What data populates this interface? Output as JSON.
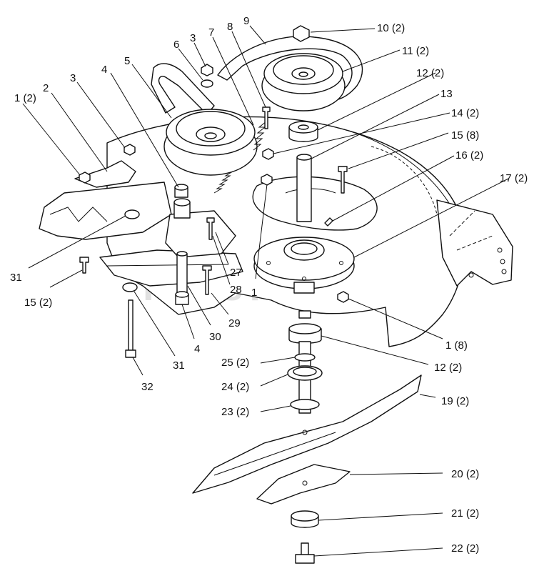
{
  "watermark": {
    "text": "PartsTree",
    "tm": "TM"
  },
  "callouts": [
    {
      "id": "c-1-2-left",
      "label": "1 (2)"
    },
    {
      "id": "c-2",
      "label": "2"
    },
    {
      "id": "c-3-left",
      "label": "3"
    },
    {
      "id": "c-4-top",
      "label": "4"
    },
    {
      "id": "c-5",
      "label": "5"
    },
    {
      "id": "c-6",
      "label": "6"
    },
    {
      "id": "c-3-top",
      "label": "3"
    },
    {
      "id": "c-7",
      "label": "7"
    },
    {
      "id": "c-8",
      "label": "8"
    },
    {
      "id": "c-9",
      "label": "9"
    },
    {
      "id": "c-10",
      "label": "10 (2)"
    },
    {
      "id": "c-11",
      "label": "11 (2)"
    },
    {
      "id": "c-12-top",
      "label": "12 (2)"
    },
    {
      "id": "c-13",
      "label": "13"
    },
    {
      "id": "c-14",
      "label": "14 (2)"
    },
    {
      "id": "c-15-8",
      "label": "15 (8)"
    },
    {
      "id": "c-16",
      "label": "16 (2)"
    },
    {
      "id": "c-17",
      "label": "17 (2)"
    },
    {
      "id": "c-31-left",
      "label": "31"
    },
    {
      "id": "c-15-2",
      "label": "15 (2)"
    },
    {
      "id": "c-27",
      "label": "27"
    },
    {
      "id": "c-28",
      "label": "28"
    },
    {
      "id": "c-1-center",
      "label": "1"
    },
    {
      "id": "c-29",
      "label": "29"
    },
    {
      "id": "c-30",
      "label": "30"
    },
    {
      "id": "c-4-bottom",
      "label": "4"
    },
    {
      "id": "c-31-bottom",
      "label": "31"
    },
    {
      "id": "c-32",
      "label": "32"
    },
    {
      "id": "c-1-8",
      "label": "1 (8)"
    },
    {
      "id": "c-12-bottom",
      "label": "12 (2)"
    },
    {
      "id": "c-25",
      "label": "25 (2)"
    },
    {
      "id": "c-24",
      "label": "24 (2)"
    },
    {
      "id": "c-23",
      "label": "23 (2)"
    },
    {
      "id": "c-19",
      "label": "19 (2)"
    },
    {
      "id": "c-20",
      "label": "20 (2)"
    },
    {
      "id": "c-21",
      "label": "21 (2)"
    },
    {
      "id": "c-22",
      "label": "22 (2)"
    }
  ]
}
